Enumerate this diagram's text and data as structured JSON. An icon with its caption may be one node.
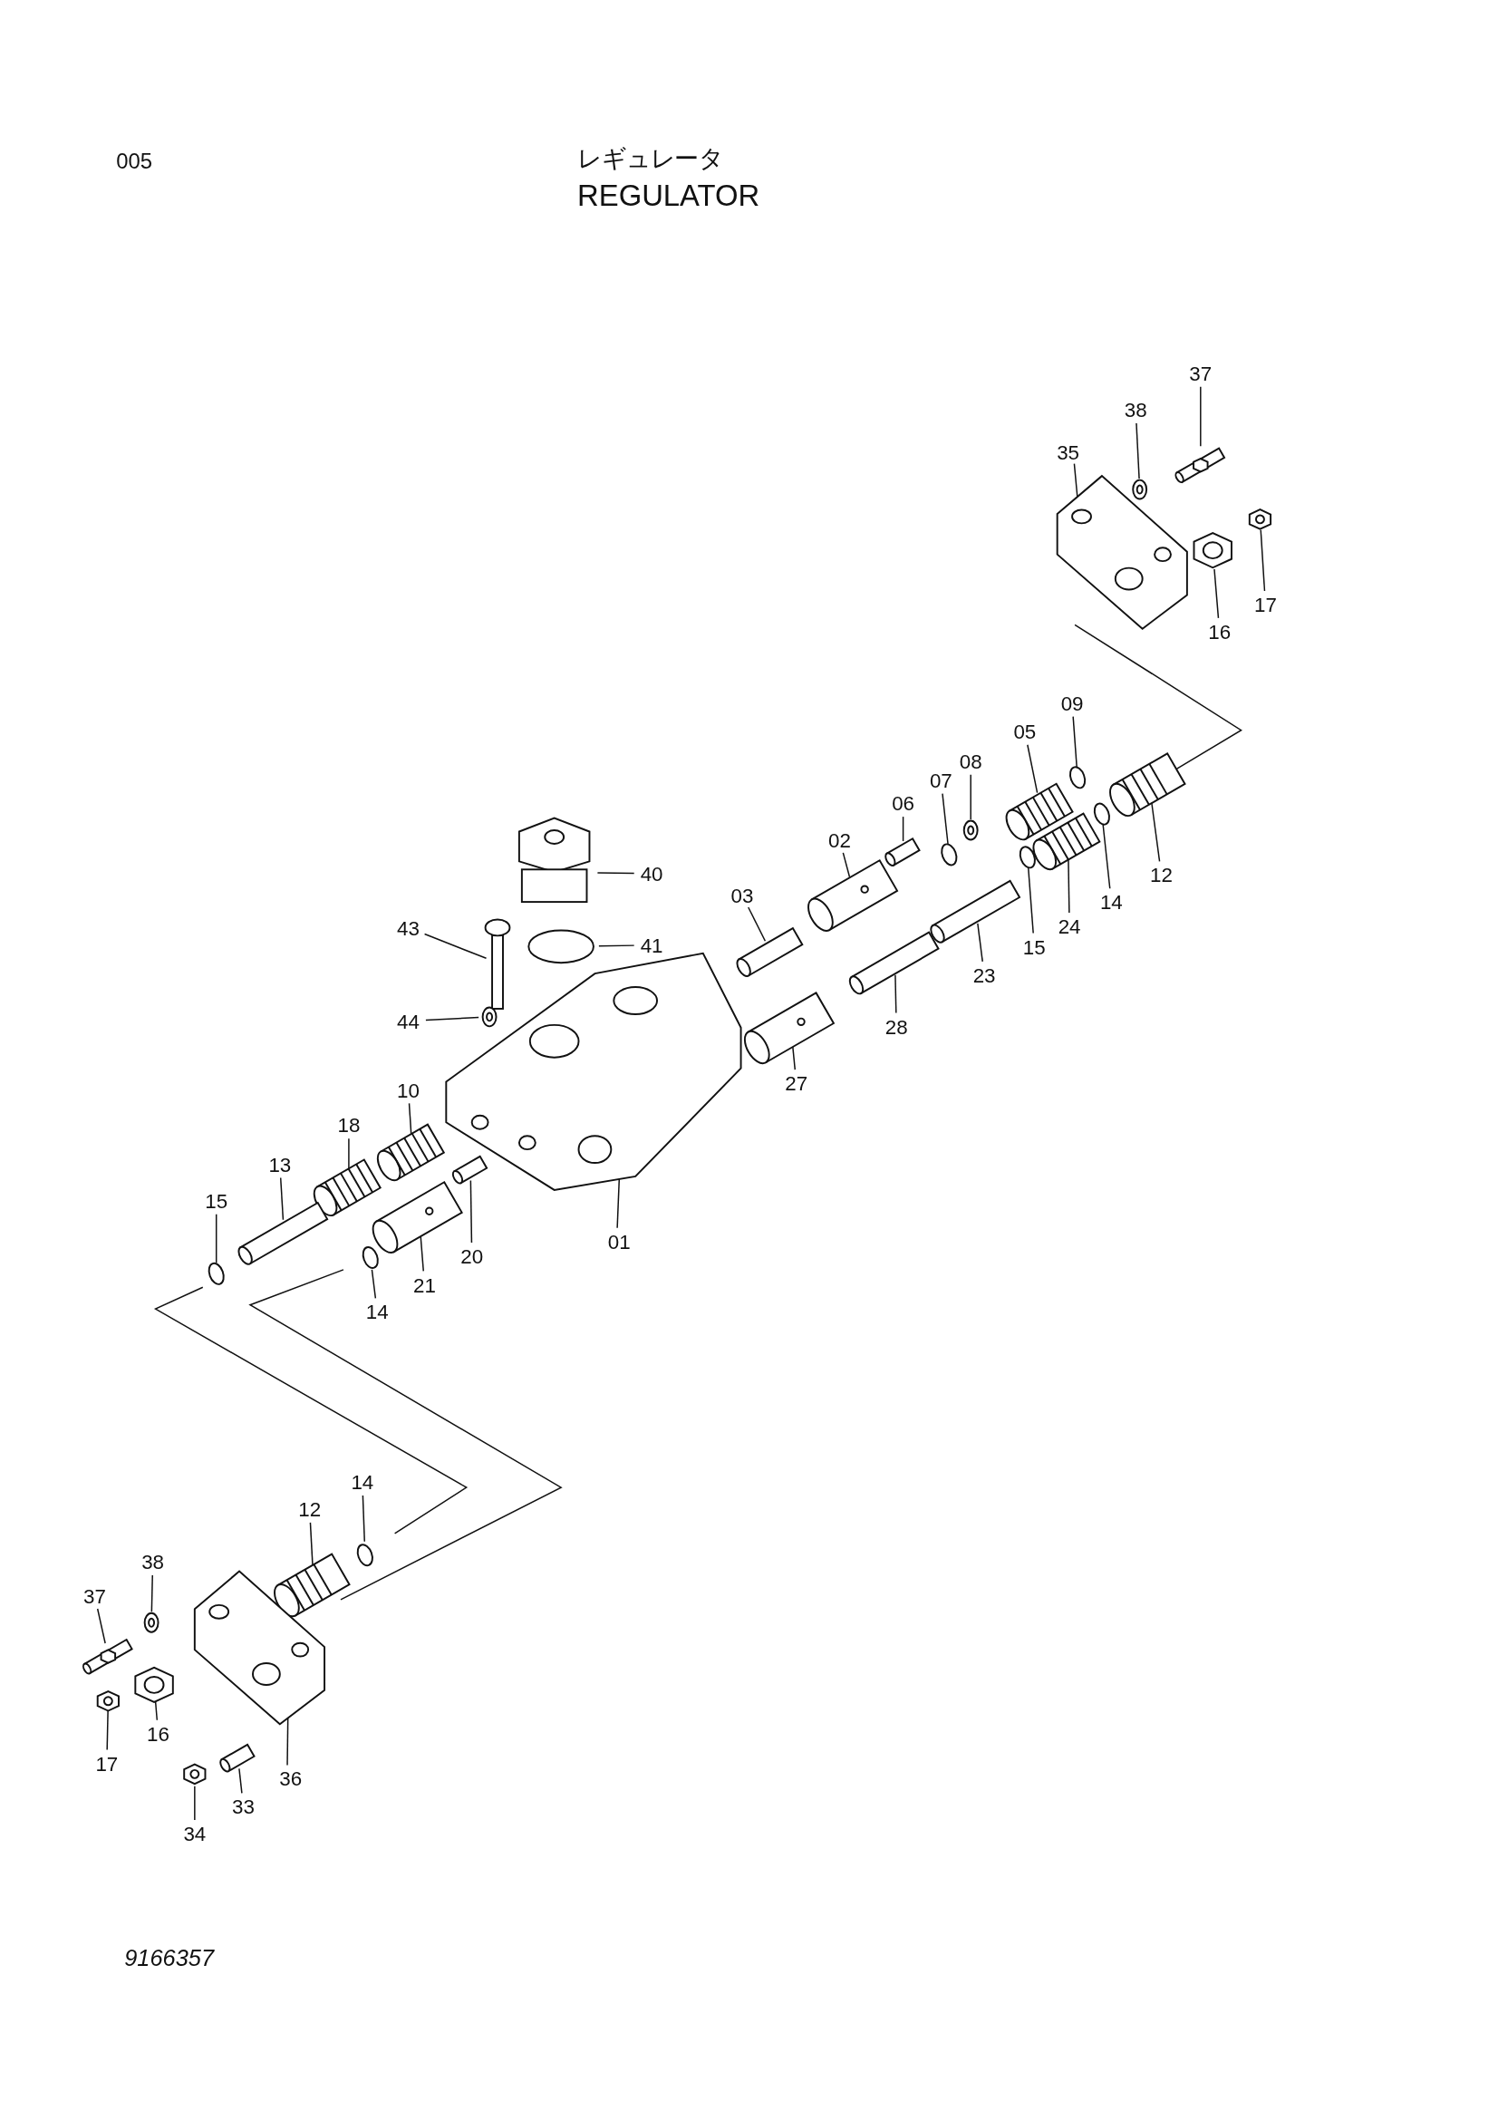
{
  "diagram": {
    "title": "REGULATOR",
    "nodes": [
      {
        "text": [
          "37"
        ]
      },
      {
        "text": [
          "38"
        ]
      },
      {
        "text": [
          "35"
        ]
      },
      {
        "text": [
          "16"
        ]
      },
      {
        "text": [
          "17"
        ]
      },
      {
        "text": [
          "09"
        ]
      },
      {
        "text": [
          "05"
        ]
      },
      {
        "text": [
          "08"
        ]
      },
      {
        "text": [
          "07"
        ]
      },
      {
        "text": [
          "06"
        ]
      },
      {
        "text": [
          "02"
        ]
      },
      {
        "text": [
          "03"
        ]
      },
      {
        "text": [
          "12"
        ]
      },
      {
        "text": [
          "14"
        ]
      },
      {
        "text": [
          "24"
        ]
      },
      {
        "text": [
          "15"
        ]
      },
      {
        "text": [
          "23"
        ]
      },
      {
        "text": [
          "28"
        ]
      },
      {
        "text": [
          "27"
        ]
      },
      {
        "text": [
          "40"
        ]
      },
      {
        "text": [
          "41"
        ]
      },
      {
        "text": [
          "43"
        ]
      },
      {
        "text": [
          "44"
        ]
      },
      {
        "text": [
          "10"
        ]
      },
      {
        "text": [
          "18"
        ]
      },
      {
        "text": [
          "13"
        ]
      },
      {
        "text": [
          "15"
        ]
      },
      {
        "text": [
          "14"
        ]
      },
      {
        "text": [
          "21"
        ]
      },
      {
        "text": [
          "20"
        ]
      },
      {
        "text": [
          "01"
        ]
      },
      {
        "text": [
          "14"
        ]
      },
      {
        "text": [
          "12"
        ]
      },
      {
        "text": [
          "38"
        ]
      },
      {
        "text": [
          "37"
        ]
      },
      {
        "text": [
          "16"
        ]
      },
      {
        "text": [
          "17"
        ]
      },
      {
        "text": [
          "36"
        ]
      },
      {
        "text": [
          "33"
        ]
      },
      {
        "text": [
          "34"
        ]
      },
      {
        "text": [],
        "shape": "picture"
      },
      {
        "text": [],
        "shape": "picture"
      },
      {
        "text": [],
        "shape": "picture"
      },
      {
        "text": [],
        "shape": "picture"
      },
      {
        "text": [],
        "shape": "picture"
      },
      {
        "text": [],
        "shape": "circle"
      },
      {
        "text": [],
        "shape": "picture"
      },
      {
        "text": [],
        "shape": "picture"
      },
      {
        "text": [],
        "shape": "circle"
      },
      {
        "text": [],
        "shape": "picture"
      },
      {
        "text": [],
        "shape": "picture"
      },
      {
        "text": [],
        "shape": "picture"
      },
      {
        "text": [],
        "shape": "picture"
      },
      {
        "text": [],
        "shape": "circle"
      },
      {
        "text": [],
        "shape": "picture"
      },
      {
        "text": [],
        "shape": "circle"
      },
      {
        "text": [],
        "shape": "picture"
      },
      {
        "text": [],
        "shape": "picture"
      },
      {
        "text": [],
        "shape": "picture"
      },
      {
        "text": [],
        "shape": "picture"
      },
      {
        "text": [],
        "shape": "circle"
      },
      {
        "text": [],
        "shape": "picture"
      },
      {
        "text": [],
        "shape": "picture"
      },
      {
        "text": [],
        "shape": "picture"
      },
      {
        "text": [],
        "shape": "picture"
      },
      {
        "text": [],
        "shape": "picture"
      },
      {
        "text": [],
        "shape": "circle"
      },
      {
        "text": [],
        "shape": "circle"
      },
      {
        "text": [],
        "shape": "picture"
      },
      {
        "text": [],
        "shape": "picture"
      },
      {
        "text": [],
        "shape": "picture"
      },
      {
        "text": [],
        "shape": "circle"
      },
      {
        "text": [],
        "shape": "picture"
      },
      {
        "text": [],
        "shape": "picture"
      },
      {
        "text": [],
        "shape": "picture"
      },
      {
        "text": [],
        "shape": "picture"
      },
      {
        "text": [],
        "shape": "picture"
      },
      {
        "text": [],
        "shape": "picture"
      },
      {
        "text": [],
        "shape": "picture"
      },
      {
        "text": [],
        "shape": "picture"
      }
    ],
    "edges": [
      {
        "from": 0,
        "to": 40,
        "arrow": "none"
      },
      {
        "from": 1,
        "to": 41,
        "arrow": "none"
      },
      {
        "from": 2,
        "to": 42,
        "arrow": "none"
      },
      {
        "from": 3,
        "to": 43,
        "arrow": "none"
      },
      {
        "from": 4,
        "to": 44,
        "arrow": "none"
      },
      {
        "from": 5,
        "to": 45,
        "arrow": "none"
      },
      {
        "from": 6,
        "to": 46,
        "arrow": "none"
      },
      {
        "from": 7,
        "to": 47,
        "arrow": "none"
      },
      {
        "from": 8,
        "to": 48,
        "arrow": "none"
      },
      {
        "from": 9,
        "to": 49,
        "arrow": "none"
      },
      {
        "from": 10,
        "to": 50,
        "arrow": "none"
      },
      {
        "from": 11,
        "to": 51,
        "arrow": "none"
      },
      {
        "from": 12,
        "to": 52,
        "arrow": "none"
      },
      {
        "from": 13,
        "to": 53,
        "arrow": "none"
      },
      {
        "from": 14,
        "to": 54,
        "arrow": "none"
      },
      {
        "from": 15,
        "to": 55,
        "arrow": "none"
      },
      {
        "from": 16,
        "to": 56,
        "arrow": "none"
      },
      {
        "from": 17,
        "to": 57,
        "arrow": "none"
      },
      {
        "from": 18,
        "to": 58,
        "arrow": "none"
      },
      {
        "from": 19,
        "to": 59,
        "arrow": "none"
      },
      {
        "from": 20,
        "to": 60,
        "arrow": "none"
      },
      {
        "from": 21,
        "to": 61,
        "arrow": "none"
      },
      {
        "from": 22,
        "to": 62,
        "arrow": "none"
      },
      {
        "from": 23,
        "to": 63,
        "arrow": "none"
      },
      {
        "from": 24,
        "to": 64,
        "arrow": "none"
      },
      {
        "from": 25,
        "to": 65,
        "arrow": "none"
      },
      {
        "from": 26,
        "to": 66,
        "arrow": "none"
      },
      {
        "from": 27,
        "to": 67,
        "arrow": "none"
      },
      {
        "from": 28,
        "to": 68,
        "arrow": "none"
      },
      {
        "from": 29,
        "to": 69,
        "arrow": "none"
      },
      {
        "from": 30,
        "to": 70,
        "arrow": "none"
      },
      {
        "from": 31,
        "to": 71,
        "arrow": "none"
      },
      {
        "from": 32,
        "to": 72,
        "arrow": "none"
      },
      {
        "from": 33,
        "to": 73,
        "arrow": "none"
      },
      {
        "from": 34,
        "to": 74,
        "arrow": "none"
      },
      {
        "from": 35,
        "to": 75,
        "arrow": "none"
      },
      {
        "from": 36,
        "to": 76,
        "arrow": "none"
      },
      {
        "from": 37,
        "to": 77,
        "arrow": "none"
      },
      {
        "from": 38,
        "to": 78,
        "arrow": "none"
      },
      {
        "from": 39,
        "to": 79,
        "arrow": "none"
      }
    ],
    "labels": [
      "005",
      "レギュレータ",
      "9166357"
    ]
  }
}
